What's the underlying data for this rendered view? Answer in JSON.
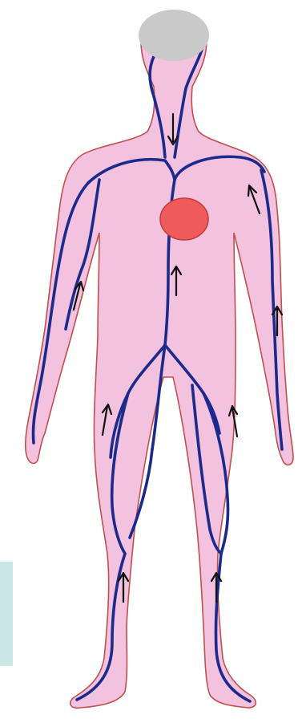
{
  "colors": {
    "page_background": "#ffffff",
    "body_fill": "#f3c2df",
    "body_outline": "#c0504d",
    "vein": "#1c2a8c",
    "heart": "#ef5b5b",
    "heart_outline": "#c23a3a",
    "head_cover": "#c9c9c9",
    "arrow": "#111111",
    "left_edge_tint": "#9fd6d6"
  },
  "icons": {
    "heart": "heart-circle",
    "head": "head-placeholder-oval",
    "arrows": "flow-direction-arrow"
  },
  "flow_arrows": [
    {
      "id": "neck",
      "direction": "down"
    },
    {
      "id": "torso",
      "direction": "up"
    },
    {
      "id": "right-arm-upper",
      "direction": "up"
    },
    {
      "id": "right-forearm",
      "direction": "up"
    },
    {
      "id": "left-forearm",
      "direction": "up"
    },
    {
      "id": "right-thigh",
      "direction": "up"
    },
    {
      "id": "left-thigh",
      "direction": "up"
    },
    {
      "id": "right-shin",
      "direction": "up"
    },
    {
      "id": "left-shin",
      "direction": "up"
    }
  ]
}
